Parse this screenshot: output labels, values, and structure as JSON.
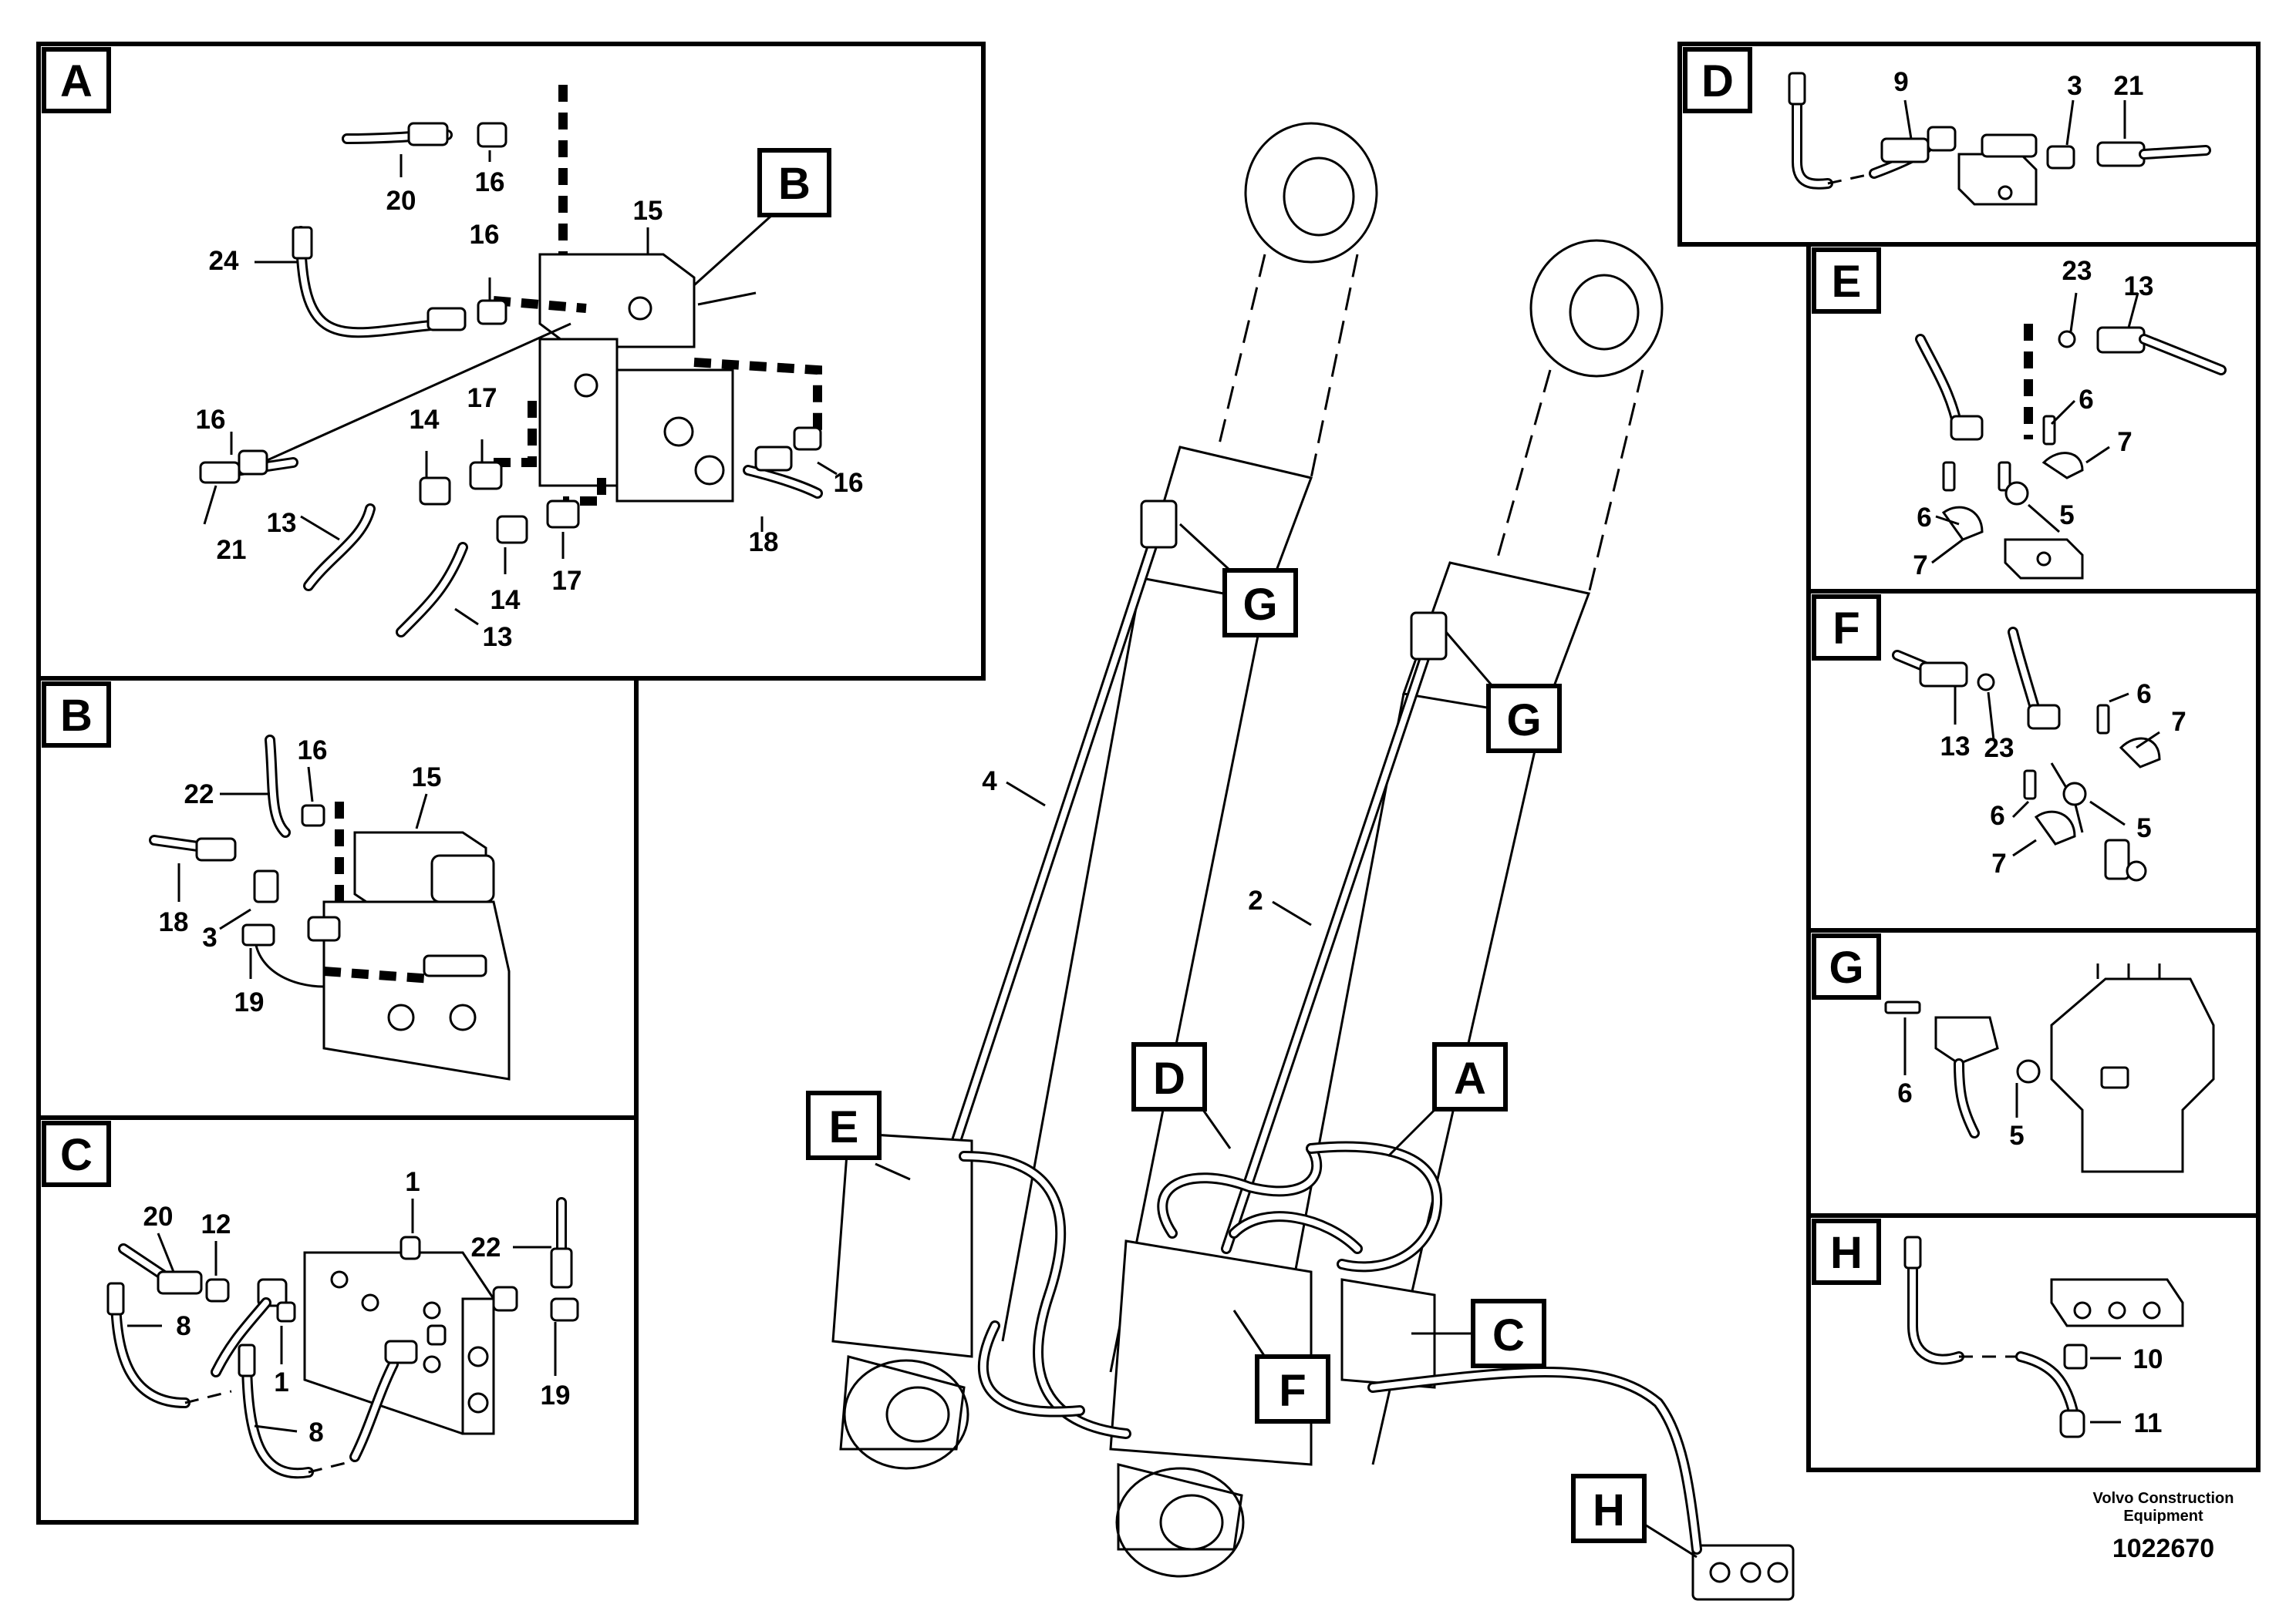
{
  "panels": {
    "A": {
      "letter": "A",
      "callouts": [
        "20",
        "16",
        "16",
        "24",
        "15",
        "16",
        "14",
        "17",
        "21",
        "13",
        "14",
        "17",
        "13",
        "16",
        "18"
      ],
      "ref_tag": "B"
    },
    "B": {
      "letter": "B",
      "callouts": [
        "22",
        "16",
        "15",
        "18",
        "3",
        "19"
      ]
    },
    "C": {
      "letter": "C",
      "callouts": [
        "20",
        "12",
        "1",
        "22",
        "8",
        "1",
        "8",
        "19"
      ]
    },
    "D": {
      "letter": "D",
      "callouts": [
        "9",
        "3",
        "21"
      ]
    },
    "E": {
      "letter": "E",
      "callouts": [
        "23",
        "13",
        "6",
        "7",
        "6",
        "5",
        "7"
      ]
    },
    "F": {
      "letter": "F",
      "callouts": [
        "6",
        "7",
        "13",
        "23",
        "6",
        "5",
        "7"
      ]
    },
    "G": {
      "letter": "G",
      "callouts": [
        "6",
        "5"
      ]
    },
    "H": {
      "letter": "H",
      "callouts": [
        "10",
        "11"
      ]
    }
  },
  "main_view": {
    "tags": [
      "G",
      "G",
      "E",
      "D",
      "A",
      "C",
      "F",
      "H"
    ],
    "callouts": [
      "4",
      "2"
    ]
  },
  "footer": {
    "brand_line1": "Volvo Construction",
    "brand_line2": "Equipment",
    "drawing_number": "1022670"
  }
}
